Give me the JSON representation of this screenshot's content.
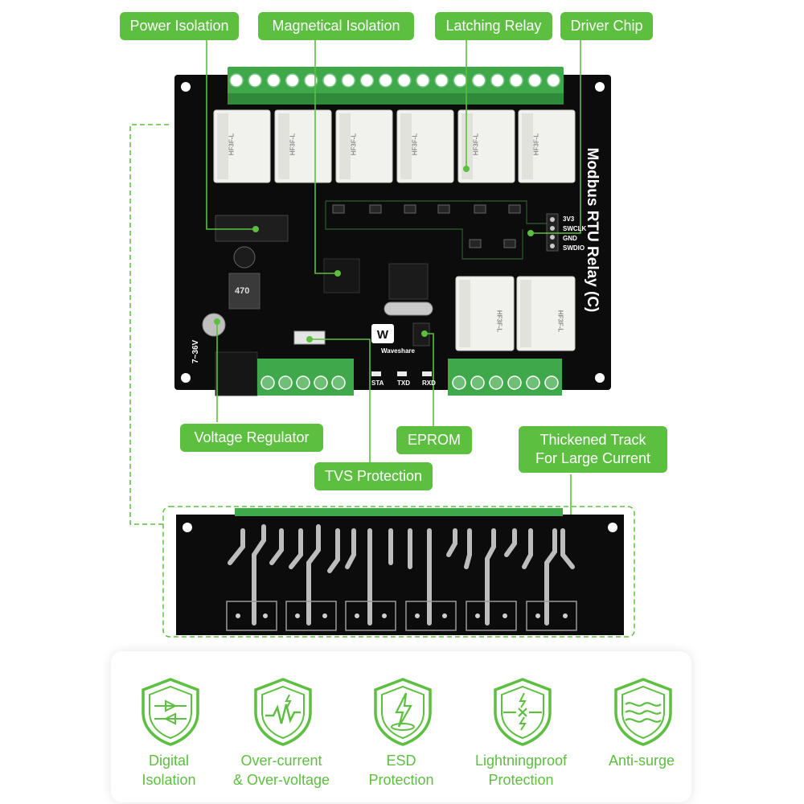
{
  "callouts": {
    "power_isolation": "Power Isolation",
    "magnetical_isolation": "Magnetical Isolation",
    "latching_relay": "Latching Relay",
    "driver_chip": "Driver Chip",
    "voltage_regulator": "Voltage Regulator",
    "eprom": "EPROM",
    "tvs_protection": "TVS Protection",
    "thickened_track": "Thickened Track\nFor Large Current"
  },
  "board": {
    "title": "Modbus RTU Relay (C)",
    "brand": "Waveshare",
    "input_voltage": "7~36V",
    "debug_pins": [
      "3V3",
      "SWCLK",
      "GND",
      "SWDIO"
    ],
    "leds": [
      "STA",
      "TXD",
      "RXD"
    ],
    "relay_model": "HF3F-L",
    "inductor_marking": "470"
  },
  "features": [
    {
      "label": "Digital\nIsolation",
      "icon": "digital-isolation-icon"
    },
    {
      "label": "Over-current\n& Over-voltage",
      "icon": "over-current-icon"
    },
    {
      "label": "ESD\nProtection",
      "icon": "esd-protection-icon"
    },
    {
      "label": "Lightningproof\nProtection",
      "icon": "lightningproof-icon"
    },
    {
      "label": "Anti-surge",
      "icon": "anti-surge-icon"
    }
  ],
  "colors": {
    "accent": "#5cbf3f",
    "pcb": "#0c0c0c",
    "terminal": "#3ea84a",
    "relay": "#f1f1ee"
  }
}
